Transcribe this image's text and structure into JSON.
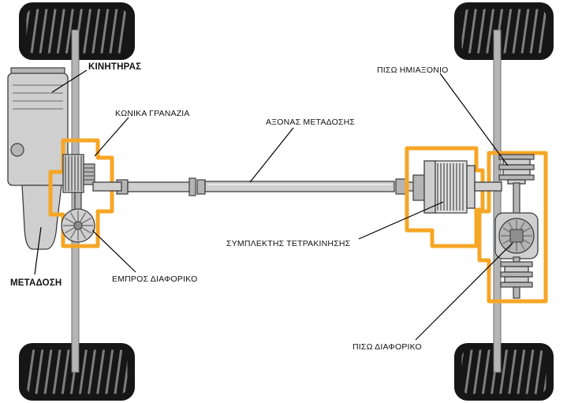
{
  "diagram": {
    "labels": {
      "engine": "ΚΙΝΗΤΗΡΑΣ",
      "bevel_gears": "ΚΩΝΙΚΑ ΓΡΑΝΑΖΙΑ",
      "drive_shaft": "ΑΞΟΝΑΣ ΜΕΤΑΔΟΣΗΣ",
      "rear_half_shaft": "ΠΙΣΩ ΗΜΙΑΞΟΝΙΟ",
      "four_wheel_drive_clutch": "ΣΥΜΠΛΕΚΤΗΣ ΤΕΤΡΑΚΙΝΗΣΗΣ",
      "transmission": "ΜΕΤΑΔΟΣΗ",
      "front_differential": "ΕΜΠΡΟΣ ΔΙΑΦΟΡΙΚΟ",
      "rear_differential": "ΠΙΣΩ ΔΙΑΦΟΡΙΚΟ"
    },
    "colors": {
      "highlight": "#F6A625",
      "tire": "#161616",
      "tread": "#7d7d7d",
      "metal": "#cfcfcf",
      "metal_dark": "#b5b5b5",
      "stroke": "#3d3d3d",
      "label_text": "#111111",
      "background": "#ffffff"
    }
  }
}
